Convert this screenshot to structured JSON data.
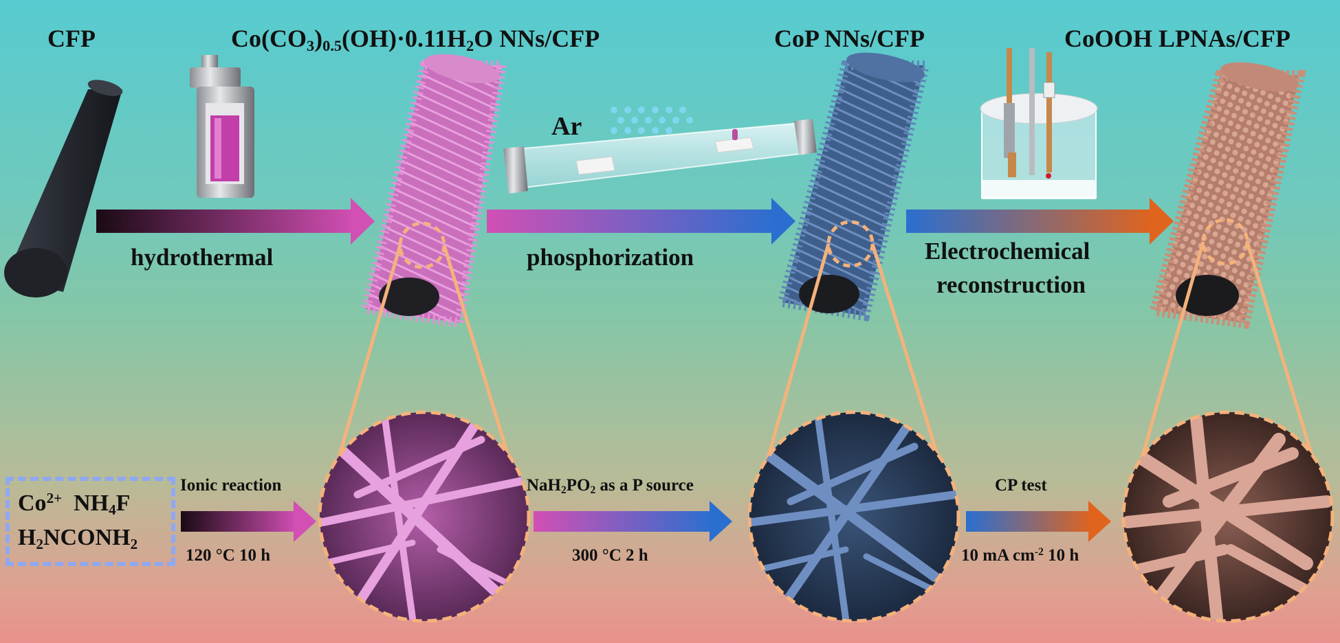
{
  "stages": [
    {
      "id": "cfp",
      "title": "CFP",
      "color": "#2d3038"
    },
    {
      "id": "cobalt-carbonate",
      "title_parts": [
        "Co(CO",
        "3",
        ")",
        "0.5",
        "(OH)·0.11H",
        "2",
        "O NNs/CFP"
      ],
      "color": "#d27bc6"
    },
    {
      "id": "cop",
      "title": "CoP NNs/CFP",
      "color": "#4a6e9c"
    },
    {
      "id": "cooh",
      "title": "CoOOH LPNAs/CFP",
      "color": "#c48a77"
    }
  ],
  "processes": [
    {
      "id": "hydrothermal",
      "label": "hydrothermal"
    },
    {
      "id": "phosphorization",
      "label": "phosphorization",
      "gas": "Ar"
    },
    {
      "id": "electrochemical",
      "label_lines": [
        "Electrochemical",
        "reconstruction"
      ]
    }
  ],
  "reagents": {
    "line1_parts": [
      "Co",
      "2+",
      "  NH",
      "4",
      "F"
    ],
    "line2_parts": [
      "H",
      "2",
      "NCONH",
      "2"
    ]
  },
  "conditions": [
    {
      "id": "ionic",
      "top": "Ionic reaction",
      "bottom": "120 °C 10 h"
    },
    {
      "id": "phos",
      "top_parts": [
        "NaH",
        "2",
        "PO",
        "2",
        " as a P source"
      ],
      "bottom": "300 °C 2 h"
    },
    {
      "id": "cp",
      "top": "CP test",
      "bottom_parts": [
        "10 mA cm",
        "-2",
        " 10 h"
      ]
    }
  ],
  "colors": {
    "background_top": "#57cbd0",
    "background_bottom": "#e8918c",
    "arrow_black": "#1a0a14",
    "arrow_magenta": "#d24fb4",
    "arrow_blue": "#2a6fd0",
    "arrow_orange": "#e0641e",
    "zoom_outline": "#f4b27c",
    "reagent_border": "#8fa8f2"
  },
  "icons": [
    "autoclave-icon",
    "tube-furnace-icon",
    "electrochemical-cell-icon"
  ]
}
